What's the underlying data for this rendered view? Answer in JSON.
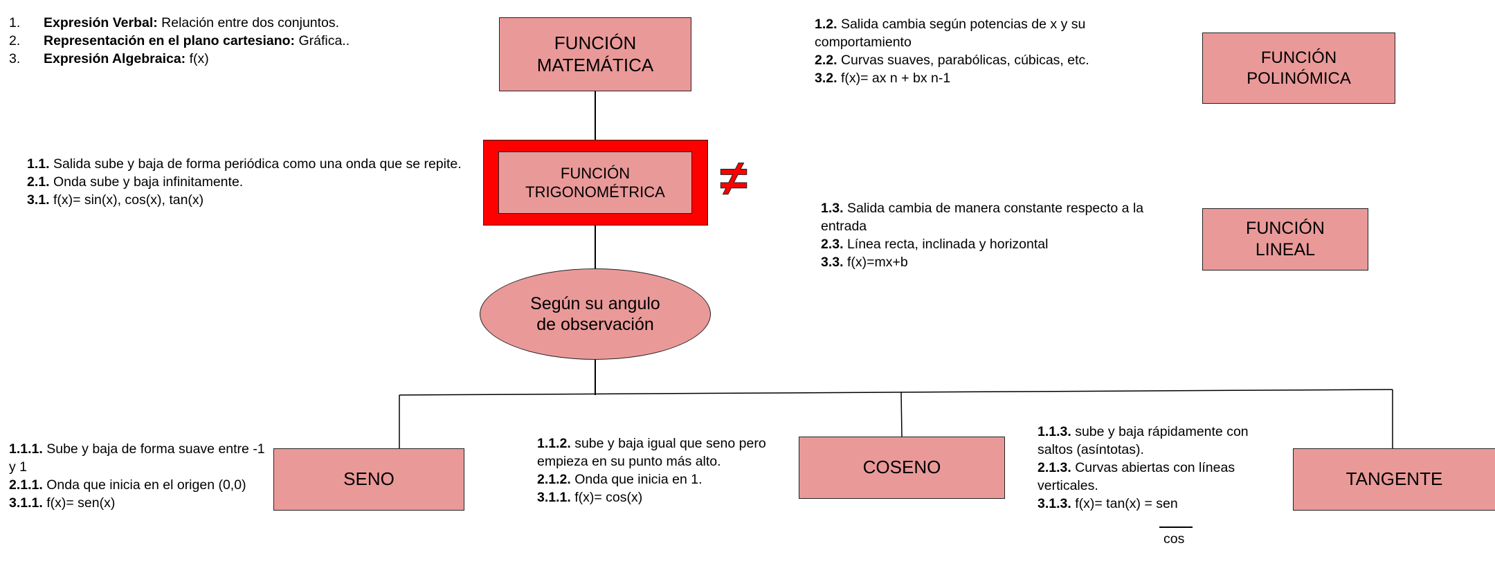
{
  "intro": [
    {
      "num": "1.",
      "bold": "Expresión Verbal:",
      "text": " Relación entre dos conjuntos."
    },
    {
      "num": "2.",
      "bold": "Representación en el plano cartesiano:",
      "text": " Gráfica.."
    },
    {
      "num": "3.",
      "bold": "Expresión Algebraica:",
      "text": " f(x)"
    }
  ],
  "nodes": {
    "matematica": {
      "line1": "FUNCIÓN",
      "line2": "MATEMÁTICA"
    },
    "trigonometrica": {
      "line1": "FUNCIÓN",
      "line2": "TRIGONOMÉTRICA"
    },
    "angulo": {
      "line1": "Según su angulo",
      "line2": "de observación"
    },
    "polinomica": {
      "line1": "FUNCIÓN",
      "line2": "POLINÓMICA"
    },
    "lineal": {
      "line1": "FUNCIÓN",
      "line2": "LINEAL"
    },
    "seno": {
      "label": "SENO"
    },
    "coseno": {
      "label": "COSENO"
    },
    "tangente": {
      "label": "TANGENTE"
    }
  },
  "not_equal_symbol": "≠",
  "notes": {
    "trig": [
      {
        "b": "1.1.",
        "t": " Salida sube y baja de forma periódica como una onda que se repite."
      },
      {
        "b": "2.1.",
        "t": " Onda sube y baja infinitamente."
      },
      {
        "b": "3.1.",
        "t": " f(x)= sin(x), cos(x), tan(x)"
      }
    ],
    "polinomica": [
      {
        "b": "1.2.",
        "t": "  Salida cambia según potencias de x y su comportamiento"
      },
      {
        "b": "2.2.",
        "t": " Curvas suaves, parabólicas, cúbicas, etc."
      },
      {
        "b": "3.2.",
        "t": " f(x)= ax n + bx n-1"
      }
    ],
    "lineal": [
      {
        "b": "1.3.",
        "t": "  Salida cambia de manera constante respecto a la entrada"
      },
      {
        "b": "2.3.",
        "t": " Línea recta, inclinada y horizontal"
      },
      {
        "b": "3.3.",
        "t": " f(x)=mx+b"
      }
    ],
    "seno": [
      {
        "b": "1.1.1.",
        "t": "  Sube y baja de forma suave entre -1 y 1"
      },
      {
        "b": "2.1.1.",
        "t": " Onda que inicia en el origen (0,0)"
      },
      {
        "b": "3.1.1.",
        "t": " f(x)= sen(x)"
      }
    ],
    "coseno": [
      {
        "b": "1.1.2.",
        "t": "  sube y baja igual que seno pero empieza en su punto más alto."
      },
      {
        "b": "2.1.2.",
        "t": " Onda que inicia en 1."
      },
      {
        "b": "3.1.1.",
        "t": " f(x)= cos(x)"
      }
    ],
    "tangente": [
      {
        "b": "1.1.3.",
        "t": "  sube y baja rápidamente con saltos (asíntotas)."
      },
      {
        "b": "2.1.3.",
        "t": " Curvas abiertas con líneas verticales."
      },
      {
        "b": "3.1.3.",
        "t": " f(x)= tan(x) = sen"
      }
    ],
    "tangente_denominator": "cos"
  }
}
